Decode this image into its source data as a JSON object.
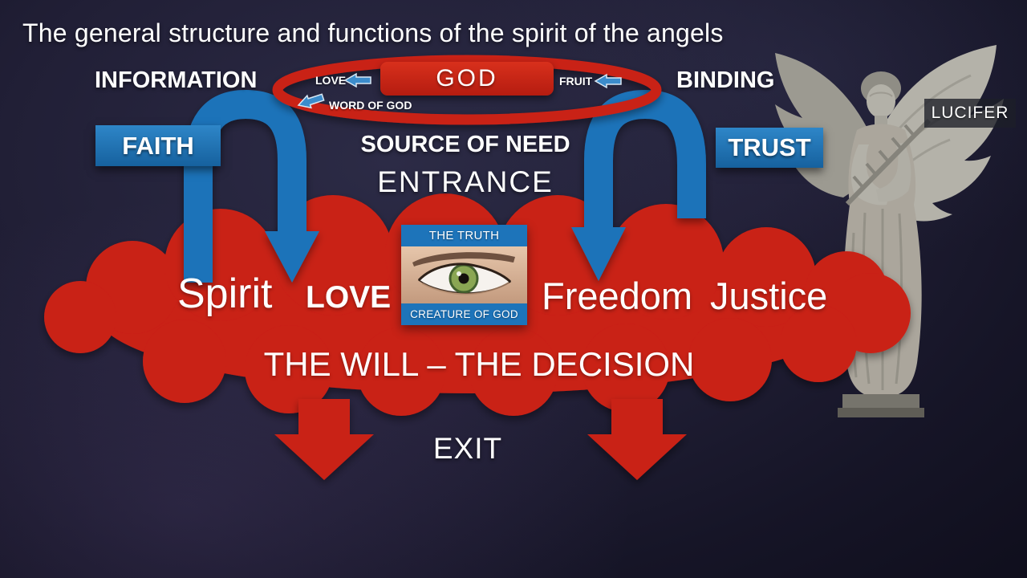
{
  "title": "The general structure and functions of the spirit of the angels",
  "god_cycle": {
    "god": "GOD",
    "love": "LOVE",
    "fruit": "FRUIT",
    "word_of_god": "WORD OF GOD"
  },
  "left_flow": {
    "information": "INFORMATION",
    "faith": "FAITH"
  },
  "right_flow": {
    "binding": "BINDING",
    "trust": "TRUST"
  },
  "center_flow": {
    "source_of_need": "SOURCE OF NEED",
    "entrance": "ENTRANCE",
    "exit": "EXIT"
  },
  "spirit_cloud": {
    "spirit": "Spirit",
    "love": "LOVE",
    "freedom": "Freedom",
    "justice": "Justice",
    "will": "THE WILL – THE DECISION"
  },
  "truth_card": {
    "top": "THE TRUTH",
    "bottom": "CREATURE OF GOD"
  },
  "statue_caption": "LUCIFER",
  "colors": {
    "red": "#c92016",
    "blue": "#1e73b9",
    "background": "#1a1929",
    "text": "#ffffff"
  }
}
